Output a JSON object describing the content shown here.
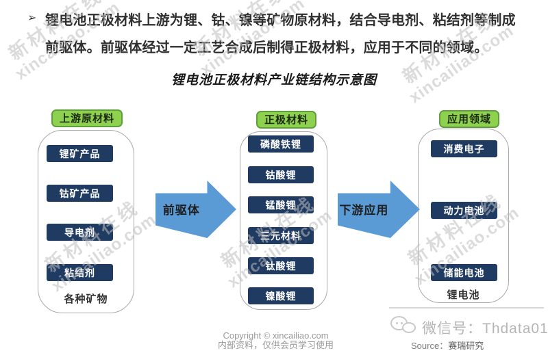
{
  "intro": {
    "bullet": "➢",
    "lines": [
      "锂电池正极材料上游为锂、钴、镍等矿物原材料，结合导电剂、粘结剂等制成",
      "前驱体。前驱体经过一定工艺合成后制得正极材料，应用于不同的领域。"
    ]
  },
  "diagram": {
    "title": "锂电池正极材料产业链结构示意图",
    "columns": [
      {
        "header": "上游原材料",
        "items": [
          "锂矿产品",
          "钴矿产品",
          "导电剂",
          "粘结剂"
        ],
        "footer": "各种矿物"
      },
      {
        "header": "正极材料",
        "items": [
          "磷酸铁锂",
          "钴酸锂",
          "锰酸锂",
          "三元材料",
          "钛酸锂",
          "镍酸锂"
        ],
        "footer": ""
      },
      {
        "header": "应用领域",
        "items": [
          "消费电子",
          "动力电池",
          "储能电池"
        ],
        "footer": "锂电池"
      }
    ],
    "arrows": [
      {
        "label": "前驱体"
      },
      {
        "label": "下游应用"
      }
    ],
    "colors": {
      "header_fill": "#8ed14f",
      "header_border": "#5f9e3d",
      "item_fill": "#1f3b62",
      "arrow_fill": "#5b9bd5",
      "container_border": "#a8a8a8"
    }
  },
  "watermark": {
    "line1": "新材料在线",
    "line2": "xincailiao.com"
  },
  "footer": {
    "copyright": "Copyright © xincailiao.com",
    "notice": "内部资料，仅供会员学习使用",
    "wechat_label": "微信号：Thdata01",
    "source_label": "Source：",
    "source_value": "赛瑞研究"
  }
}
